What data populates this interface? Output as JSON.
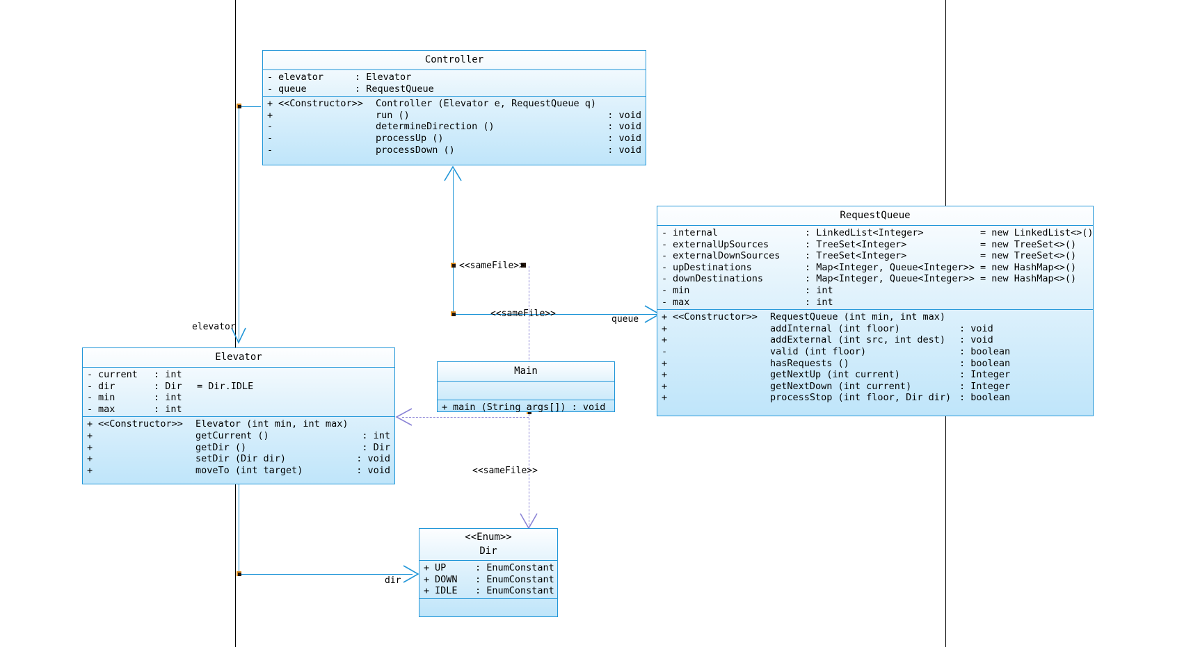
{
  "diagram": {
    "type": "uml-class-diagram",
    "title": "Elevator system UML class diagram",
    "colors": {
      "class_border": "#2196d8",
      "class_fill_top": "#fdfeff",
      "class_fill_bottom": "#bfe5fa",
      "association": "#2196d8",
      "dependency": "#8b84d6",
      "margin_line": "#000000",
      "anchor_square": "#23160c"
    }
  },
  "classes": {
    "controller": {
      "name": "Controller",
      "attributes": [
        {
          "vis": "-",
          "name": "elevator",
          "type": ": Elevator"
        },
        {
          "vis": "-",
          "name": "queue",
          "type": ": RequestQueue"
        }
      ],
      "operations": [
        {
          "vis": "+",
          "stereotype": "<<Constructor>>",
          "name": "Controller (Elevator e, RequestQueue q)",
          "ret": ""
        },
        {
          "vis": "+",
          "stereotype": "",
          "name": "run ()",
          "ret": ": void"
        },
        {
          "vis": "-",
          "stereotype": "",
          "name": "determineDirection ()",
          "ret": ": void"
        },
        {
          "vis": "-",
          "stereotype": "",
          "name": "processUp ()",
          "ret": ": void"
        },
        {
          "vis": "-",
          "stereotype": "",
          "name": "processDown ()",
          "ret": ": void"
        }
      ]
    },
    "request_queue": {
      "name": "RequestQueue",
      "attributes": [
        {
          "vis": "-",
          "name": "internal",
          "type": ": LinkedList<Integer>",
          "init": "= new LinkedList<>()"
        },
        {
          "vis": "-",
          "name": "externalUpSources",
          "type": ": TreeSet<Integer>",
          "init": "= new TreeSet<>()"
        },
        {
          "vis": "-",
          "name": "externalDownSources",
          "type": ": TreeSet<Integer>",
          "init": "= new TreeSet<>()"
        },
        {
          "vis": "-",
          "name": "upDestinations",
          "type": ": Map<Integer, Queue<Integer>>",
          "init": "= new HashMap<>()"
        },
        {
          "vis": "-",
          "name": "downDestinations",
          "type": ": Map<Integer, Queue<Integer>>",
          "init": "= new HashMap<>()"
        },
        {
          "vis": "-",
          "name": "min",
          "type": ": int",
          "init": ""
        },
        {
          "vis": "-",
          "name": "max",
          "type": ": int",
          "init": ""
        }
      ],
      "operations": [
        {
          "vis": "+",
          "stereotype": "<<Constructor>>",
          "name": "RequestQueue (int min, int max)",
          "ret": ""
        },
        {
          "vis": "+",
          "stereotype": "",
          "name": "addInternal (int floor)",
          "ret": ": void"
        },
        {
          "vis": "+",
          "stereotype": "",
          "name": "addExternal (int src, int dest)",
          "ret": ": void"
        },
        {
          "vis": "-",
          "stereotype": "",
          "name": "valid (int floor)",
          "ret": ": boolean"
        },
        {
          "vis": "+",
          "stereotype": "",
          "name": "hasRequests ()",
          "ret": ": boolean"
        },
        {
          "vis": "+",
          "stereotype": "",
          "name": "getNextUp (int current)",
          "ret": ": Integer"
        },
        {
          "vis": "+",
          "stereotype": "",
          "name": "getNextDown (int current)",
          "ret": ": Integer"
        },
        {
          "vis": "+",
          "stereotype": "",
          "name": "processStop (int floor, Dir dir)",
          "ret": ": boolean"
        }
      ]
    },
    "elevator": {
      "name": "Elevator",
      "attributes": [
        {
          "vis": "-",
          "name": "current",
          "type": ": int",
          "init": ""
        },
        {
          "vis": "-",
          "name": "dir",
          "type": ": Dir",
          "init": "= Dir.IDLE"
        },
        {
          "vis": "-",
          "name": "min",
          "type": ": int",
          "init": ""
        },
        {
          "vis": "-",
          "name": "max",
          "type": ": int",
          "init": ""
        }
      ],
      "operations": [
        {
          "vis": "+",
          "stereotype": "<<Constructor>>",
          "name": "Elevator (int min, int max)",
          "ret": ""
        },
        {
          "vis": "+",
          "stereotype": "",
          "name": "getCurrent ()",
          "ret": ": int"
        },
        {
          "vis": "+",
          "stereotype": "",
          "name": "getDir ()",
          "ret": ": Dir"
        },
        {
          "vis": "+",
          "stereotype": "",
          "name": "setDir (Dir dir)",
          "ret": ": void"
        },
        {
          "vis": "+",
          "stereotype": "",
          "name": "moveTo (int target)",
          "ret": ": void"
        }
      ]
    },
    "main": {
      "name": "Main",
      "attributes": [],
      "operations": [
        {
          "vis": "+",
          "stereotype": "",
          "name": "main (String args[])",
          "ret": ": void"
        }
      ]
    },
    "dir": {
      "stereotype": "<<Enum>>",
      "name": "Dir",
      "attributes": [
        {
          "vis": "+",
          "name": "UP",
          "type": ": EnumConstant"
        },
        {
          "vis": "+",
          "name": "DOWN",
          "type": ": EnumConstant"
        },
        {
          "vis": "+",
          "name": "IDLE",
          "type": ": EnumConstant"
        }
      ],
      "operations": []
    }
  },
  "edges": [
    {
      "id": "controller-elevator",
      "label": "elevator",
      "kind": "association",
      "from": "Controller",
      "to": "Elevator"
    },
    {
      "id": "controller-queue",
      "label": "queue",
      "kind": "association",
      "from": "Controller",
      "to": "RequestQueue"
    },
    {
      "id": "elevator-dir",
      "label": "dir",
      "kind": "association",
      "from": "Elevator",
      "to": "Dir"
    },
    {
      "id": "controller-main-top",
      "label": "<<sameFile>>",
      "kind": "dependency",
      "from": "Main",
      "to": "Controller"
    },
    {
      "id": "queue-main",
      "label": "<<sameFile>>",
      "kind": "dependency",
      "from": "Main",
      "to": "RequestQueue"
    },
    {
      "id": "main-dir",
      "label": "<<sameFile>>",
      "kind": "dependency",
      "from": "Main",
      "to": "Dir"
    }
  ]
}
